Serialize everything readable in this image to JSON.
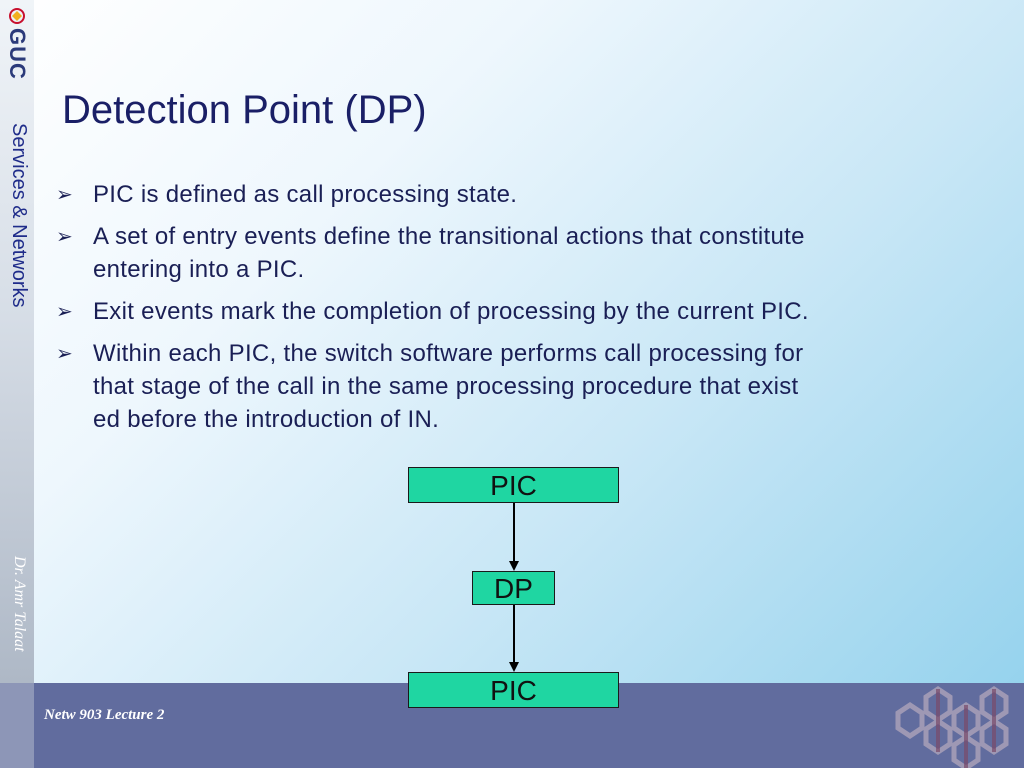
{
  "sidebar": {
    "logo_text": "GUC",
    "course_title": "Services & Networks",
    "author": "Dr. Amr Talaat"
  },
  "slide": {
    "title": "Detection Point (DP)",
    "bullets": [
      {
        "lines": [
          "PIC is defined as call processing state."
        ]
      },
      {
        "lines": [
          "A set of entry events define the transitional actions that constitute",
          "entering into a PIC."
        ]
      },
      {
        "lines": [
          "Exit events mark the completion of processing by the current PIC."
        ]
      },
      {
        "lines": [
          "Within each PIC, the switch software performs call processing for",
          "that stage of the call in the same processing procedure that exist",
          "ed before the introduction of IN."
        ]
      }
    ],
    "bullet_icon": "arrow-bullet-icon"
  },
  "diagram": {
    "nodes": [
      "PIC",
      "DP",
      "PIC"
    ],
    "node_color": "#1fd6a2"
  },
  "footer": {
    "lecture": "Netw 903 Lecture 2"
  }
}
